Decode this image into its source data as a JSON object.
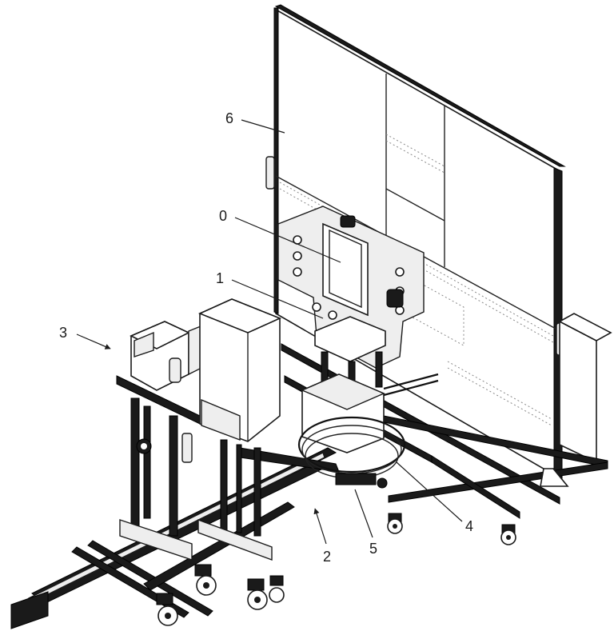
{
  "figure": {
    "labels": [
      {
        "id": "6",
        "text": "6"
      },
      {
        "id": "0",
        "text": "0"
      },
      {
        "id": "1",
        "text": "1"
      },
      {
        "id": "3",
        "text": "3"
      },
      {
        "id": "2",
        "text": "2"
      },
      {
        "id": "5",
        "text": "5"
      },
      {
        "id": "4",
        "text": "4"
      }
    ]
  }
}
